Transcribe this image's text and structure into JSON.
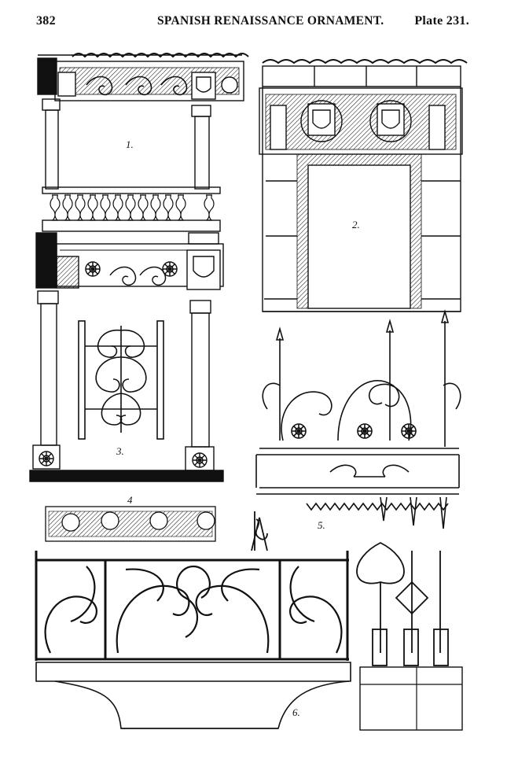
{
  "header": {
    "page_number": "382",
    "title": "SPANISH RENAISSANCE ORNAMENT.",
    "plate": "Plate 231."
  },
  "figures": {
    "f1": "1.",
    "f2": "2.",
    "f3": "3.",
    "f4": "4",
    "f5": "5.",
    "f6": "6."
  },
  "colors": {
    "ink": "#111111",
    "paper": "#ffffff"
  }
}
